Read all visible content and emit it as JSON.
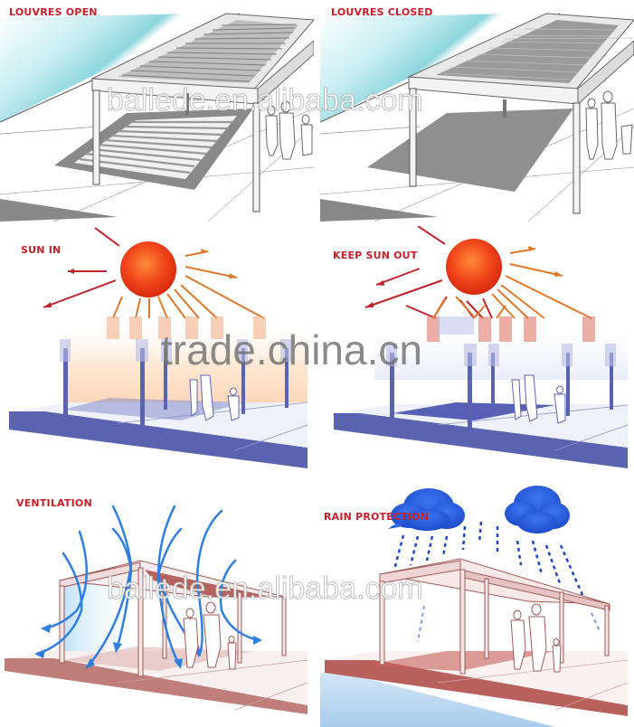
{
  "panels": [
    {
      "id": "louvres-open",
      "label": "LOUVRES OPEN",
      "label_color": "#c8202a",
      "illustration": "pergola-louvres-open-shadow-striped"
    },
    {
      "id": "louvres-closed",
      "label": "LOUVRES CLOSED",
      "label_color": "#c8202a",
      "illustration": "pergola-louvres-closed-shadow-solid"
    },
    {
      "id": "sun-in",
      "label": "SUN IN",
      "label_color": "#c8202a",
      "illustration": "sun-rays-through-pergola"
    },
    {
      "id": "keep-sun-out",
      "label": "KEEP SUN OUT",
      "label_color": "#c8202a",
      "illustration": "sun-rays-reflected-by-pergola"
    },
    {
      "id": "ventilation",
      "label": "VENTILATION",
      "label_color": "#c8202a",
      "illustration": "airflow-arrows-through-pergola"
    },
    {
      "id": "rain-protection",
      "label": "RAIN PROTECTION",
      "label_color": "#c8202a",
      "illustration": "rain-clouds-over-pergola"
    }
  ],
  "watermarks": {
    "top": "ballede.en.alibaba.com",
    "middle": "trade.china.cn",
    "bottom": "ballede.en.alibaba.com"
  },
  "colors": {
    "label_red": "#c8202a",
    "sun_red": "#e83a10",
    "ray_red": "#c0232a",
    "ray_orange": "#e0782a",
    "pergola_blue": "#5a63b0",
    "pergola_red": "#b8605c",
    "cloud_blue": "#1b4fd0",
    "air_blue": "#2f7fe0",
    "shadow_gray": "#7a7a7a",
    "sky_cyan": "#a8e2e8"
  }
}
